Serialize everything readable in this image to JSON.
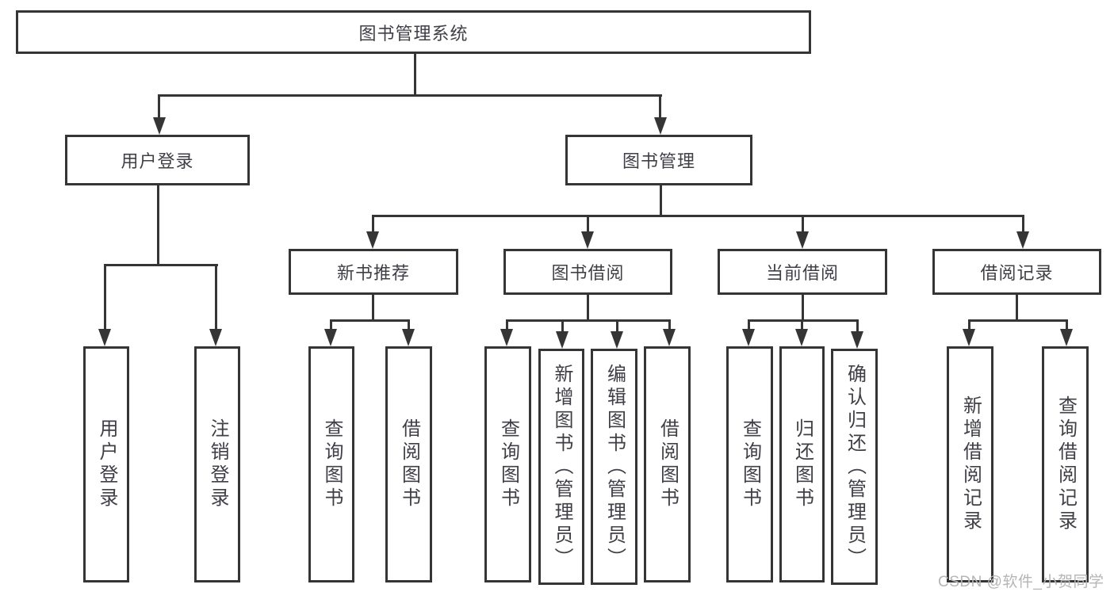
{
  "nodes": {
    "root": "图书管理系统",
    "level2": {
      "user_login": "用户登录",
      "book_mgmt": "图书管理"
    },
    "level3": {
      "new_books": "新书推荐",
      "book_borrow": "图书借阅",
      "current_borrow": "当前借阅",
      "borrow_records": "借阅记录"
    },
    "leaves": {
      "user_login": [
        "用户登录",
        "注销登录"
      ],
      "new_books": [
        "查询图书",
        "借阅图书"
      ],
      "book_borrow": [
        "查询图书",
        "新增图书（管理员）",
        "编辑图书（管理员）",
        "借阅图书"
      ],
      "current_borrow": [
        "查询图书",
        "归还图书",
        "确认归还（管理员）"
      ],
      "borrow_records": [
        "新增借阅记录",
        "查询借阅记录"
      ]
    }
  },
  "watermark": "CSDN @软件_小贺同学",
  "colors": {
    "line": "#353535",
    "text": "#3f3f46",
    "watermark": "#b5b5b5",
    "background": "#ffffff"
  }
}
